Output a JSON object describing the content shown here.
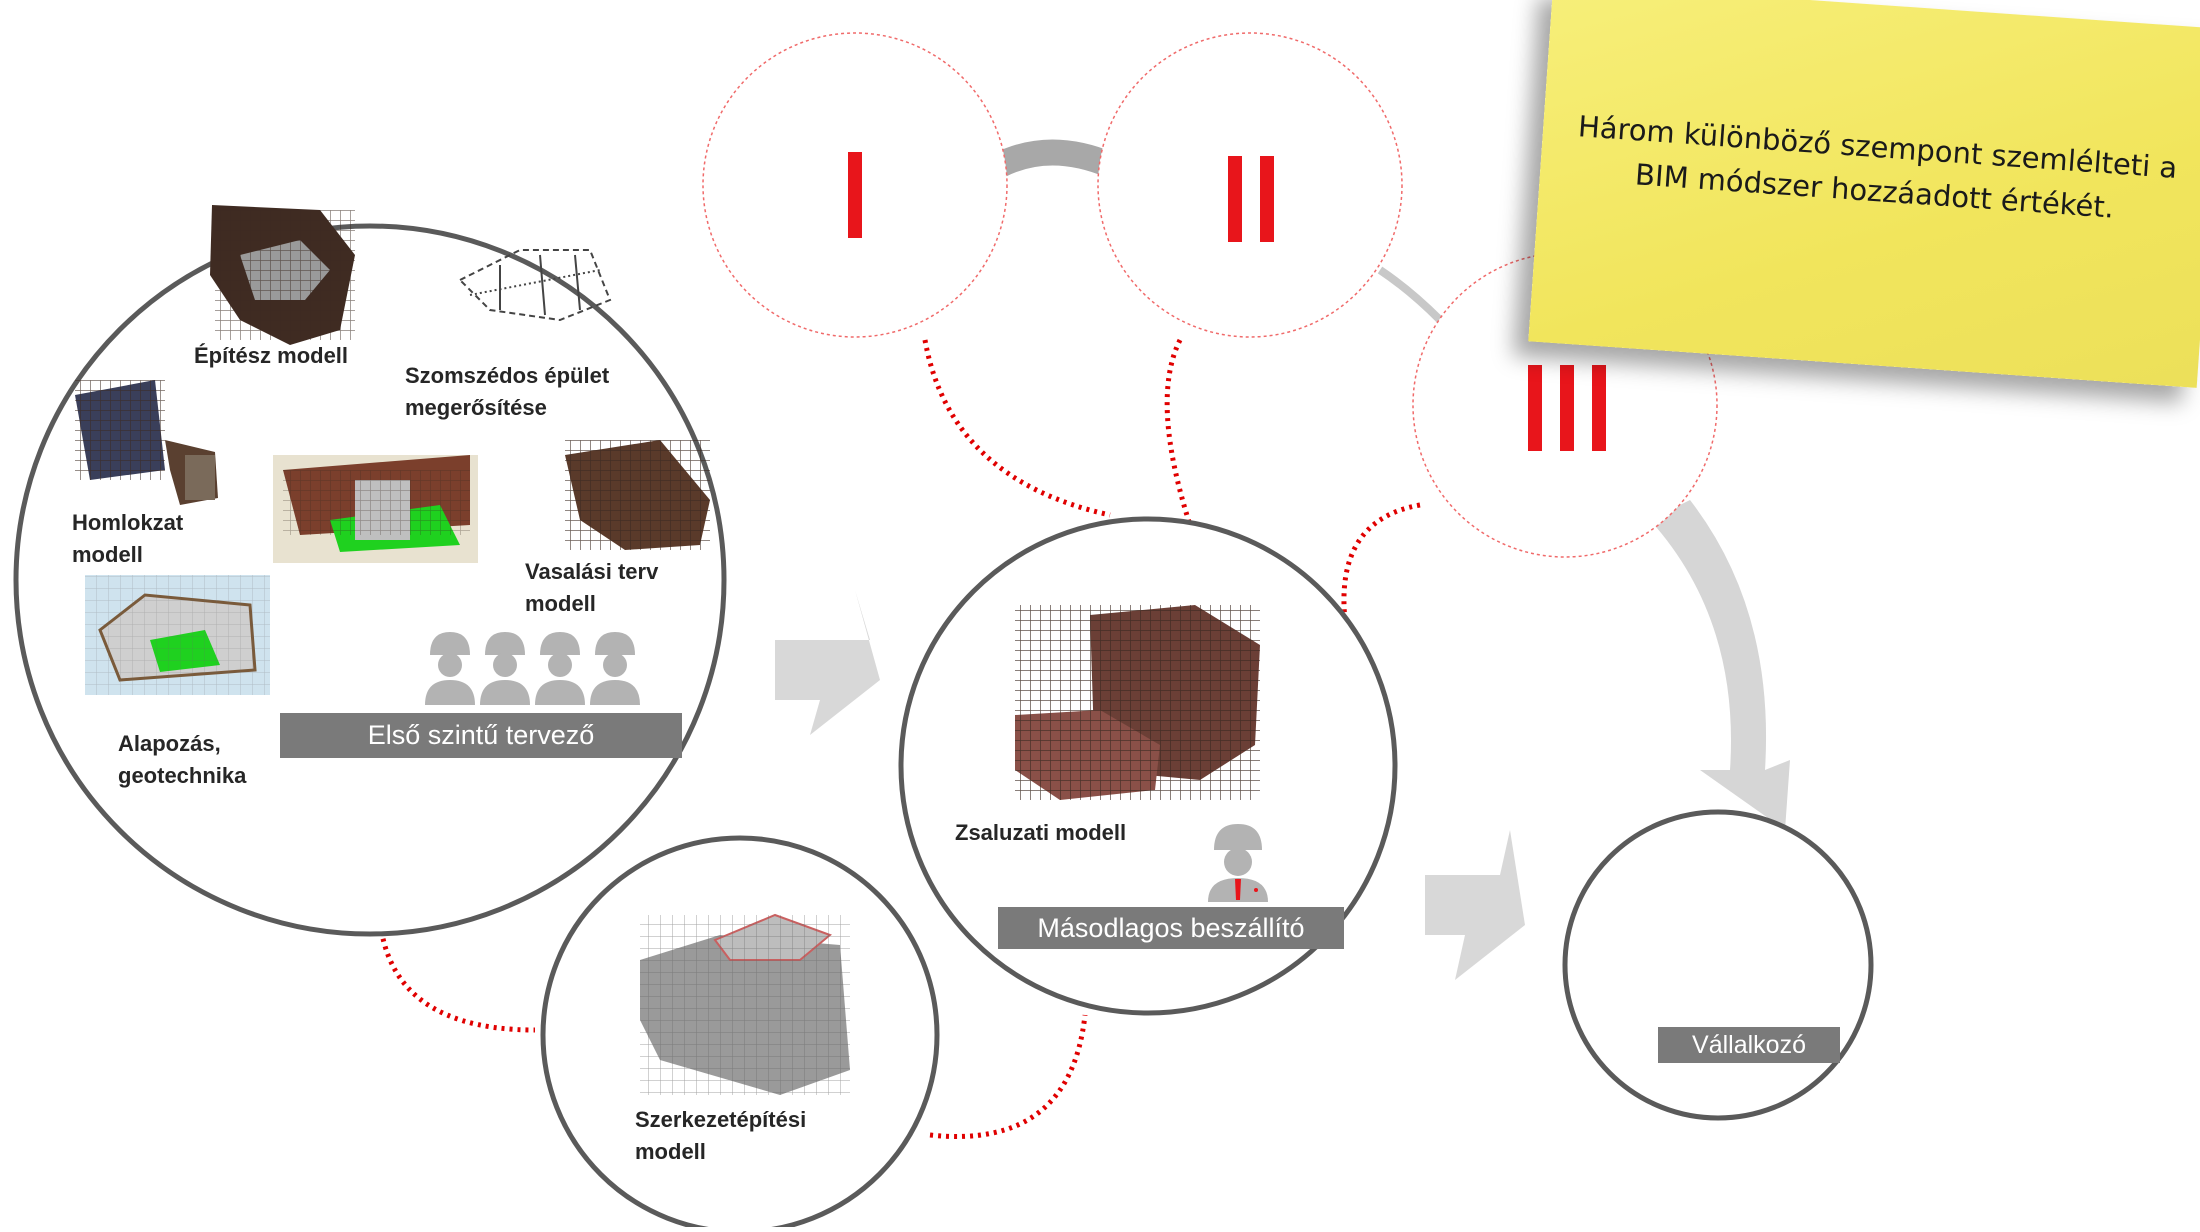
{
  "note": {
    "line1": "Három különböző szempont szemlélteti a",
    "line2": "BIM módszer hozzáadott értékét."
  },
  "stages": [
    "I",
    "II",
    "III"
  ],
  "first_tier": {
    "bar_label": "Első szintű tervező",
    "models": {
      "epitesz": "Építész modell",
      "szomszed_1": "Szomszédos épület",
      "szomszed_2": "megerősítése",
      "homlokzat_1": "Homlokzat",
      "homlokzat_2": "modell",
      "vasalasi_1": "Vasalási terv",
      "vasalasi_2": "modell",
      "alapozas_1": "Alapozás,",
      "alapozas_2": "geotechnika"
    }
  },
  "second_tier": {
    "bar_label": "Másodlagos beszállító",
    "model": "Zsaluzati modell"
  },
  "structural": {
    "line1": "Szerkezetépítési",
    "line2": "modell"
  },
  "contractor": {
    "bar_label": "Vállalkozó"
  },
  "colors": {
    "accent_red": "#e8151b",
    "circle_border": "#5a5a5a",
    "arrow_gray": "#d6d6d6",
    "note_yellow": "#f3e865",
    "label_bar": "#7a7a7a"
  }
}
